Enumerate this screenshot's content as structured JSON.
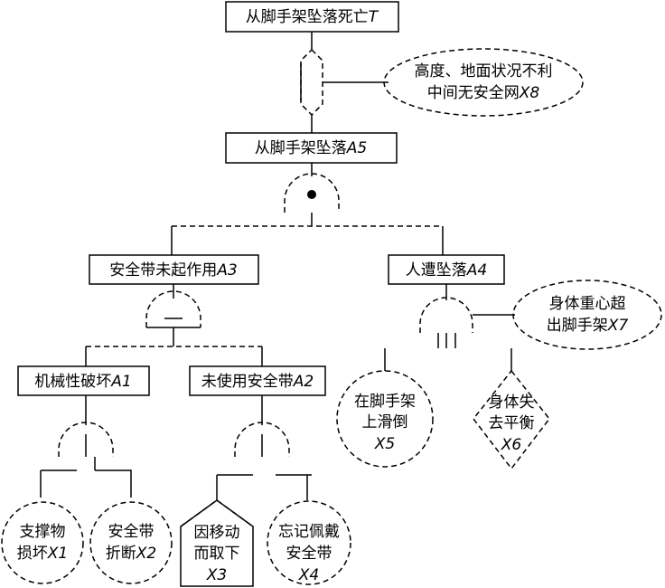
{
  "events": {
    "top": {
      "name": "从脚手架坠落死亡",
      "code": "T"
    },
    "a5": {
      "name": "从脚手架坠落",
      "code": "A5"
    },
    "a3": {
      "name": "安全带未起作用",
      "code": "A3"
    },
    "a4": {
      "name": "人遭坠落",
      "code": "A4"
    },
    "a1": {
      "name": "机械性破坏",
      "code": "A1"
    },
    "a2": {
      "name": "未使用安全带",
      "code": "A2"
    }
  },
  "basic": {
    "x1": {
      "line1": "支撑物",
      "line2": "损坏",
      "code": "X1"
    },
    "x2": {
      "line1": "安全带",
      "line2": "折断",
      "code": "X2"
    },
    "x3": {
      "line1": "因移动",
      "line2": "而取下",
      "code": "X3"
    },
    "x4": {
      "line1": "忘记佩戴",
      "line2": "安全带",
      "code": "X4"
    },
    "x5": {
      "line1": "在脚手架",
      "line2": "上滑倒",
      "code": "X5"
    },
    "x6": {
      "line1": "身体失",
      "line2": "去平衡",
      "code": "X6"
    },
    "x7": {
      "line1": "身体重心超",
      "line2": "出脚手架",
      "code": "X7"
    },
    "x8": {
      "line1": "高度、地面状况不利",
      "line2": "中间无安全网",
      "code": "X8"
    }
  },
  "colors": {
    "line": "#000000",
    "fill": "#ffffff"
  }
}
